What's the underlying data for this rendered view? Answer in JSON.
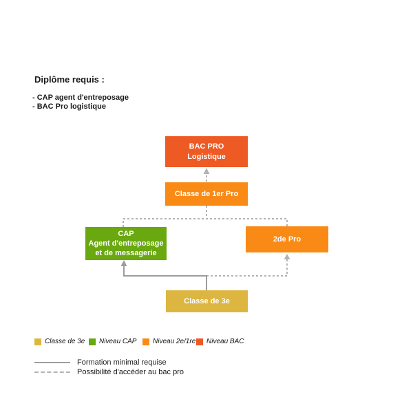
{
  "header": {
    "title": "Diplôme requis :",
    "bullets": [
      "- CAP agent d'entreposage",
      "- BAC Pro logistique"
    ]
  },
  "diagram": {
    "bac_pro": {
      "lines": [
        "BAC PRO",
        "Logistique"
      ],
      "color": "#ee5a24"
    },
    "classe_1er_pro": {
      "lines": [
        "Classe de 1er Pro"
      ],
      "color": "#f98a15"
    },
    "cap": {
      "lines": [
        "CAP",
        "Agent d'entreposage",
        "et de messagerie"
      ],
      "color": "#69a80f"
    },
    "de2_pro": {
      "lines": [
        "2de Pro"
      ],
      "color": "#f98a15"
    },
    "classe_3e": {
      "lines": [
        "Classe de 3e"
      ],
      "color": "#dcb640"
    }
  },
  "connectors": {
    "solid_color": "#9c9c9c",
    "dashed_color": "#b3b3b3"
  },
  "legend": {
    "items": [
      {
        "label": "Classe de 3e",
        "color": "#dcb640"
      },
      {
        "label": "Niveau CAP",
        "color": "#69a80f"
      },
      {
        "label": "Niveau 2e/1re",
        "color": "#f98a15"
      },
      {
        "label": "Niveau BAC",
        "color": "#ee5a24"
      }
    ],
    "line_types": [
      {
        "style": "solid",
        "label": "Formation minimal requise"
      },
      {
        "style": "dashed",
        "label": "Possibilité d'accéder au bac pro"
      }
    ]
  }
}
